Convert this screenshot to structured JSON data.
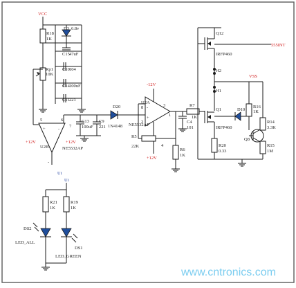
{
  "watermark": "www.cntronics.com",
  "rails": {
    "vcc": "VCC",
    "vss": "VSS",
    "out_555": "555INT",
    "minus12": "-12V",
    "plus12_a": "+12V",
    "plus12_b": "+12V",
    "plus12_c": "+12V"
  },
  "components": {
    "r18": "R18",
    "r18_val": "1K",
    "d3": "D3",
    "d3_val": "6.8v",
    "c15": "C15",
    "c15_val": "47uF",
    "rp1": "Rp1",
    "rp1_val": "10K",
    "c10": "C10",
    "c10_val": "104",
    "c14": "C14",
    "c14_val": "100uF",
    "c11": "C11",
    "c11_val": "221",
    "u2b": "U2B",
    "u2b_part": "NE5532AP",
    "c13": "C13",
    "c13_val": "100uF",
    "c9": "C9",
    "c9_val": "221",
    "d20": "D20",
    "d20_part": "1N4148",
    "u2a": "U2A",
    "u2a_part": "NE5532AP",
    "r5": "R5",
    "r5_val": "22K",
    "r6": "R6",
    "r6_val": "1K",
    "r7": "R7",
    "r7_val": "1K",
    "c4": "C4",
    "c4_val": "101",
    "q12": "Q12",
    "q12_part": "IRFP460",
    "h2": "H2",
    "h1": "H1",
    "q1": "Q1",
    "q1_part": "IRFP460",
    "d10": "D10",
    "r16": "R16",
    "r16_val": "1K",
    "r14": "R14",
    "r14_val": "3.3K",
    "q8": "Q8",
    "r15": "R15",
    "r15_val": "1M",
    "r20": "R20",
    "r20_val": "0.33",
    "r21": "R21",
    "r21_val": "1K",
    "r19": "R19",
    "r19_val": "1K",
    "ds2": "DS2",
    "ds2_name": "LED_ALL",
    "ds1": "DS1",
    "ds1_name": "LED_GREEN"
  },
  "nets": {
    "ui_top": "Ui",
    "ui_bottom": "Ui",
    "pin_plus": "+",
    "pin_minus": "-",
    "pin_minus_b": "-",
    "pin_plus_b": "+",
    "pin5": "5",
    "pin6": "6",
    "pin7": "7",
    "pin8": "8",
    "pin2": "2",
    "pin3": "3",
    "pin1": "1",
    "pin4": "4"
  }
}
